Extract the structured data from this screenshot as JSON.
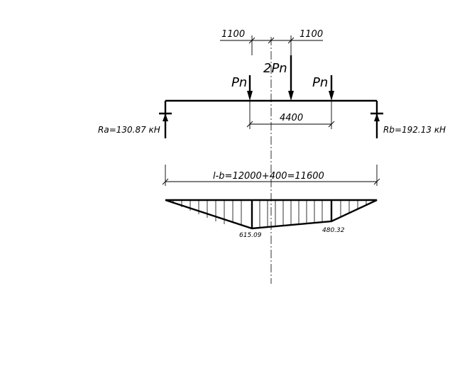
{
  "loads": {
    "left": "Pn",
    "center": "2Pn",
    "right": "Pn"
  },
  "dimensions": {
    "top_left": "1100",
    "top_right": "1100",
    "span_between_loads": "4400",
    "total_span": "l-b=12000+400=11600"
  },
  "reactions": {
    "left": "Ra=130.87 кН",
    "right": "Rb=192.13 кН"
  },
  "moment_diagram": {
    "values": [
      "615.09",
      "480.32"
    ]
  }
}
